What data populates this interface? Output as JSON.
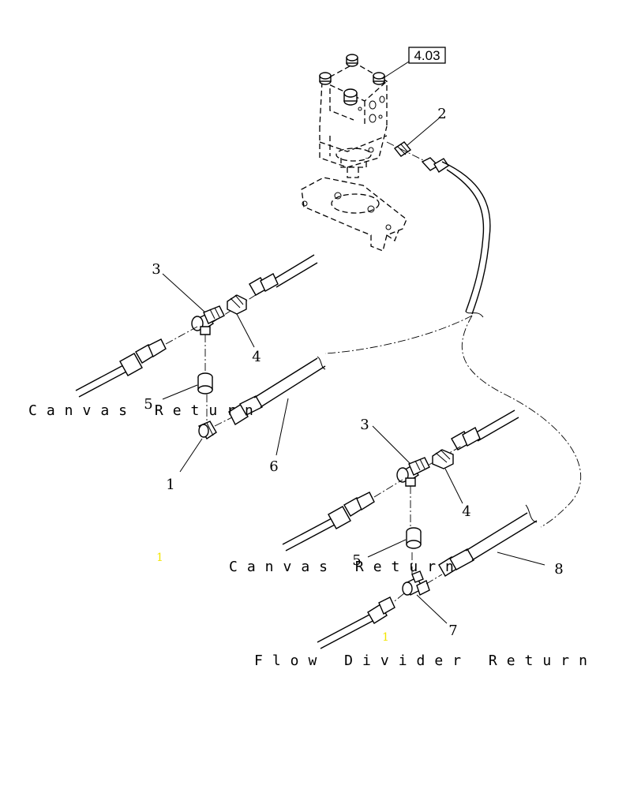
{
  "reference": {
    "label": "4.03"
  },
  "callouts": {
    "c1": "1",
    "c2": "2",
    "c3a": "3",
    "c3b": "3",
    "c4a": "4",
    "c4b": "4",
    "c5a": "5",
    "c5b": "5",
    "c6": "6",
    "c7": "7",
    "c8": "8"
  },
  "captions": {
    "canvas_return_upper": "Canvas Return",
    "canvas_return_lower": "Canvas Return",
    "flow_divider_return": "Flow Divider Return"
  },
  "marks": {
    "m1": "1",
    "m2": "1"
  },
  "colors": {
    "line": "#000000",
    "background": "#ffffff",
    "mark": "#f2e600"
  }
}
